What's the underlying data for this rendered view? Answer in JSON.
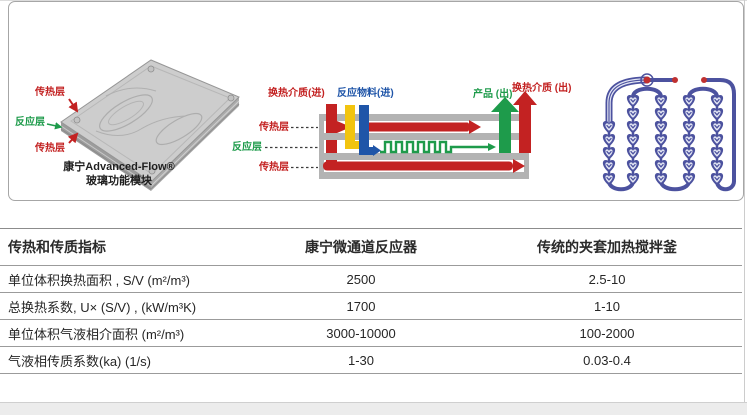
{
  "top_panel": {
    "left_diagram": {
      "label_heat_top": "传热层",
      "label_reaction": "反应层",
      "label_heat_bottom": "传热层",
      "caption_line1": "康宁Advanced-Flow®",
      "caption_line2": "玻璃功能模块"
    },
    "middle_diagram": {
      "inlet_heat_medium": "换热介质(进)",
      "inlet_reactant": "反应物料(进)",
      "outlet_product": "产品 (出)",
      "outlet_heat_medium": "换热介质 (出)",
      "layer_heat_top": "传热层",
      "layer_reaction": "反应层",
      "layer_heat_bottom": "传热层"
    }
  },
  "table": {
    "columns": [
      "传热和传质指标",
      "康宁微通道反应器",
      "传统的夹套加热搅拌釜"
    ],
    "rows": [
      {
        "metric": "单位体积换热面积 , S/V (m²/m³)",
        "corning": "2500",
        "traditional": "2.5-10"
      },
      {
        "metric": "总换热系数, U× (S/V) , (kW/m³K)",
        "corning": "1700",
        "traditional": "1-10"
      },
      {
        "metric": "单位体积气液相介面积 (m²/m³)",
        "corning": "3000-10000",
        "traditional": "100-2000"
      },
      {
        "metric": "气液相传质系数(ka) (1/s)",
        "corning": "1-30",
        "traditional": "0.03-0.4"
      }
    ]
  },
  "colors": {
    "heat_medium_red": "#c32222",
    "reaction_green": "#1e9b4b",
    "reactant_blue": "#1f55a8",
    "reactant_yellow": "#f2c40f",
    "structure_gray": "#b3b3b3",
    "channel_blue": "#4c529f"
  }
}
